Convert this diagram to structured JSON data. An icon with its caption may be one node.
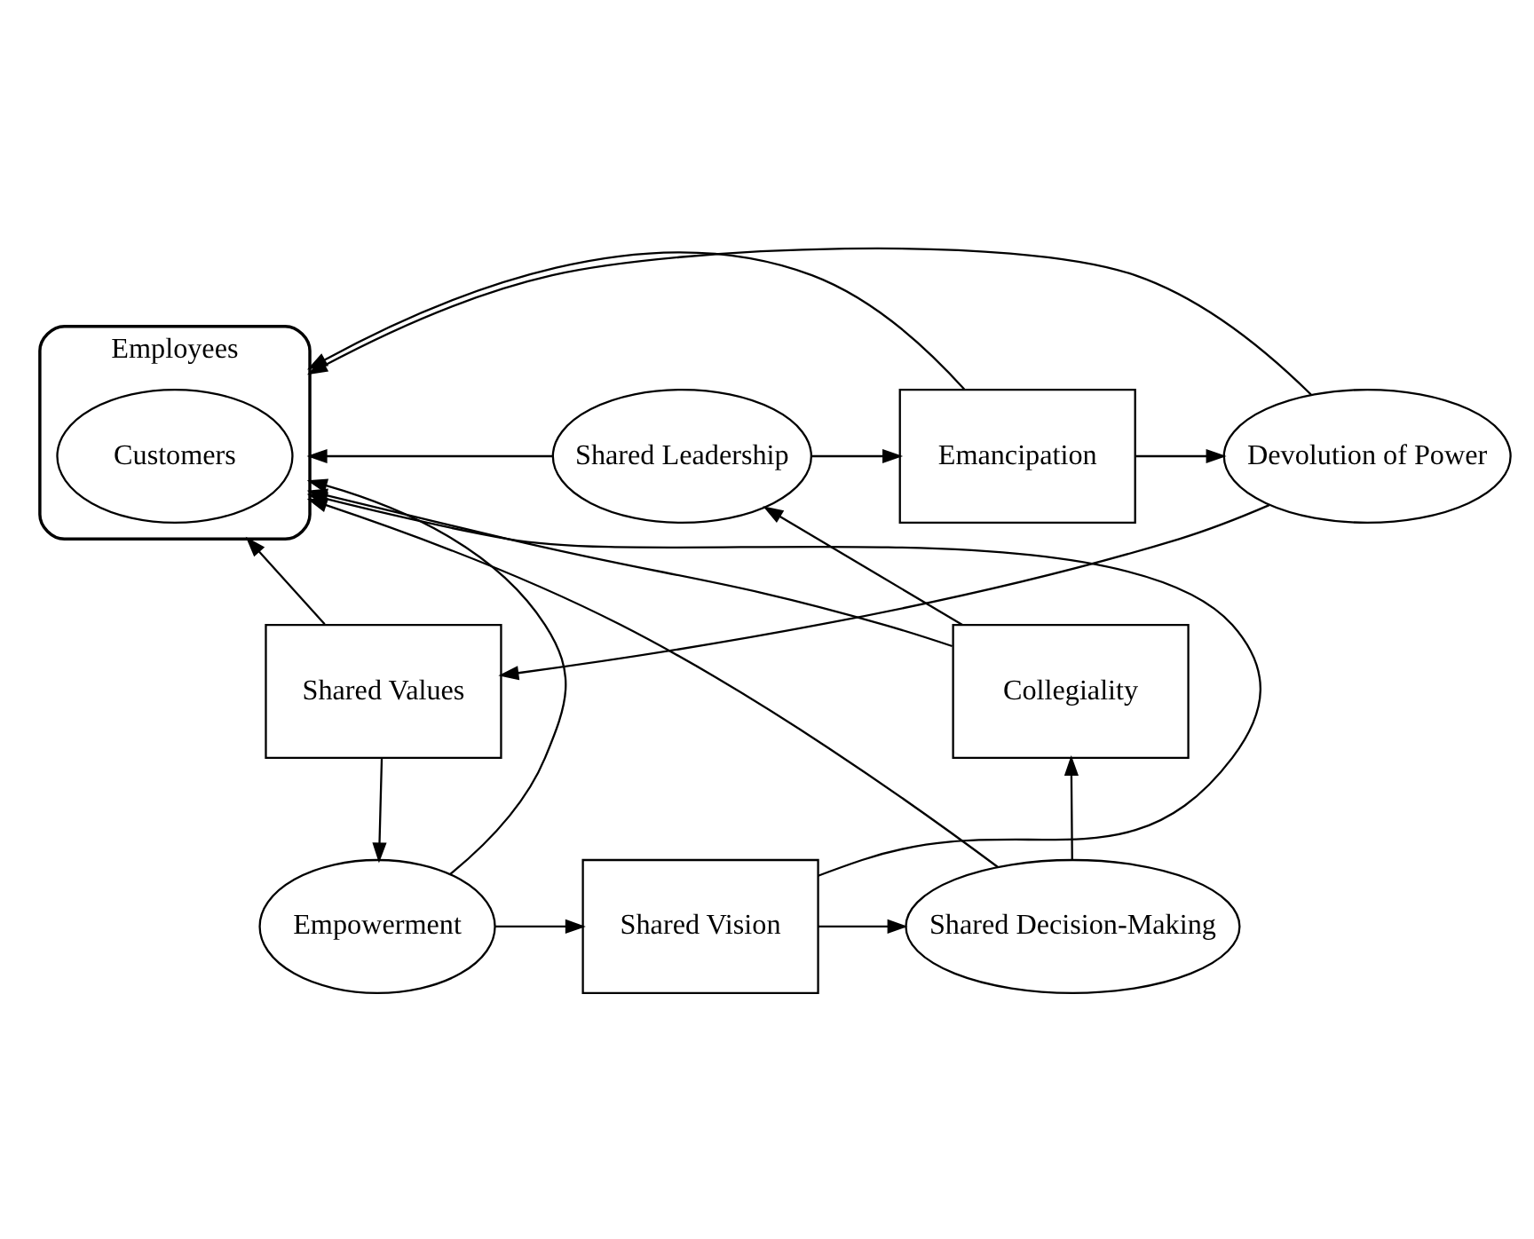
{
  "diagram": {
    "nodes": [
      {
        "text": [
          "Devolution of Power"
        ]
      },
      {
        "text": [
          "Emancipation"
        ]
      },
      {
        "text": [
          "Shared Leadership"
        ]
      },
      {
        "text": [
          "Shared Values"
        ]
      },
      {
        "text": [
          "Employees"
        ]
      },
      {
        "text": [
          "Customers"
        ],
        "in": 4
      },
      {
        "text": [
          "Collegiality"
        ]
      },
      {
        "text": [
          "Empowerment"
        ]
      },
      {
        "text": [
          "Shared Vision"
        ]
      },
      {
        "text": [
          "Shared Decision-Making"
        ]
      }
    ],
    "edges": [
      {
        "from": 1,
        "to": 0,
        "arrow": "to"
      },
      {
        "from": 2,
        "to": 1,
        "arrow": "to"
      },
      {
        "from": 0,
        "to": 3,
        "arrow": "to"
      },
      {
        "from": 0,
        "to": 4,
        "arrow": "to"
      },
      {
        "from": 1,
        "to": 4,
        "arrow": "to"
      },
      {
        "from": 2,
        "to": 4,
        "arrow": "to"
      },
      {
        "from": 3,
        "to": 4,
        "arrow": "to"
      },
      {
        "from": 3,
        "to": 7,
        "arrow": "to"
      },
      {
        "from": 6,
        "to": 4,
        "arrow": "to"
      },
      {
        "from": 6,
        "to": 2,
        "arrow": "to"
      },
      {
        "from": 7,
        "to": 4,
        "arrow": "to"
      },
      {
        "from": 7,
        "to": 8,
        "arrow": "to"
      },
      {
        "from": 8,
        "to": 4,
        "arrow": "to"
      },
      {
        "from": 8,
        "to": 9,
        "arrow": "to"
      },
      {
        "from": 9,
        "to": 4,
        "arrow": "to"
      },
      {
        "from": 9,
        "to": 6,
        "arrow": "to"
      }
    ]
  }
}
